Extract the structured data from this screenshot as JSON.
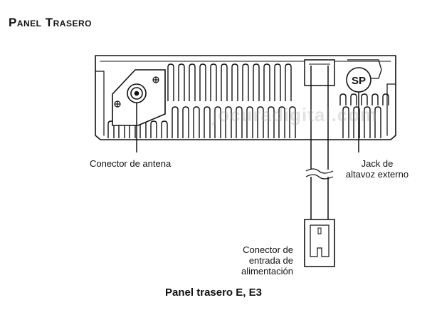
{
  "section_heading": "Panel Trasero",
  "labels": {
    "antenna": "Conector de antena",
    "speaker_line1": "Jack de",
    "speaker_line2": "altavoz externo",
    "speaker_mark": "SP",
    "power_line1": "Conector de",
    "power_line2": "entrada de",
    "power_line3": "alimentación"
  },
  "caption": "Panel trasero E, E3",
  "watermark": "jocuradigital.com"
}
